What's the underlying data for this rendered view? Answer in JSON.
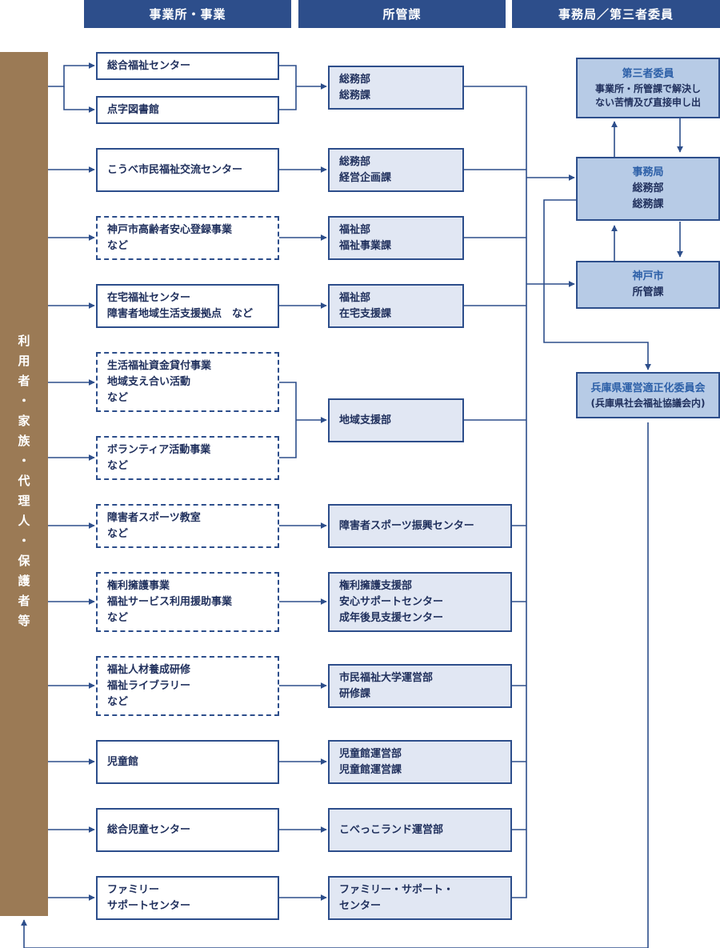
{
  "header": {
    "col1": "事業所・事業",
    "col2": "所管課",
    "col3": "事務局／第三者委員"
  },
  "side_label": "利用者・家族・代理人・保護者等",
  "facilities": [
    {
      "label": "総合福祉センター",
      "dashed": false
    },
    {
      "label": "点字図書館",
      "dashed": false
    },
    {
      "label": "こうべ市民福祉交流センター",
      "dashed": false
    },
    {
      "label": "神戸市高齢者安心登録事業\nなど",
      "dashed": true
    },
    {
      "label": "在宅福祉センター\n障害者地域生活支援拠点　など",
      "dashed": false
    },
    {
      "label": "生活福祉資金貸付事業\n地域支え合い活動\nなど",
      "dashed": true
    },
    {
      "label": "ボランティア活動事業\nなど",
      "dashed": true
    },
    {
      "label": "障害者スポーツ教室\nなど",
      "dashed": true
    },
    {
      "label": "権利擁護事業\n福祉サービス利用援助事業\nなど",
      "dashed": true
    },
    {
      "label": "福祉人材養成研修\n福祉ライブラリー\nなど",
      "dashed": true
    },
    {
      "label": "児童館",
      "dashed": false
    },
    {
      "label": "総合児童センター",
      "dashed": false
    },
    {
      "label": "ファミリー\nサポートセンター",
      "dashed": false
    }
  ],
  "departments": [
    "総務部\n総務課",
    "総務部\n経営企画課",
    "福祉部\n福祉事業課",
    "福祉部\n在宅支援課",
    "地域支援部",
    "障害者スポーツ振興センター",
    "権利擁護支援部\n安心サポートセンター\n成年後見支援センター",
    "市民福祉大学運営部\n研修課",
    "児童館運営部\n児童館運営課",
    "こべっこランド運営部",
    "ファミリー・サポート・\nセンター"
  ],
  "right": {
    "third_party": {
      "title": "第三者委員",
      "desc": "事業所・所管課で解決し\nない苦情及び直接申し出"
    },
    "secretariat": {
      "title": "事務局",
      "desc": "総務部\n総務課"
    },
    "kobe": {
      "title": "神戸市",
      "desc": "所管課"
    },
    "committee": {
      "title": "兵庫県運営適正化委員会",
      "desc": "(兵庫県社会福祉協議会内)"
    }
  },
  "colors": {
    "header": "#2d4e8b",
    "side": "#9b7a55",
    "dept_fill": "#e1e7f3",
    "right_fill": "#b7cbe6",
    "line": "#2d4e8b"
  }
}
